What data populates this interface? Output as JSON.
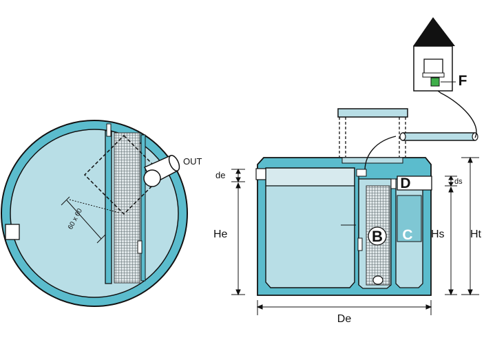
{
  "colors": {
    "tank_wall": "#5bbccd",
    "tank_wall_dark": "#3a9cb0",
    "water": "#b8dee6",
    "water_top": "#d7eaee",
    "screen": "#6e7d80",
    "line": "#111111",
    "house_roof": "#111111",
    "sensor": "#3fae4a"
  },
  "plan_view": {
    "outlet_label": "OUT",
    "opening_label": "60 x 60"
  },
  "section_view": {
    "labels": {
      "de": "de",
      "He": "He",
      "De": "De",
      "ds": "ds",
      "Hs": "Hs",
      "Ht": "Ht"
    },
    "components": {
      "B": "B",
      "C": "C",
      "D": "D",
      "F": "F"
    }
  }
}
